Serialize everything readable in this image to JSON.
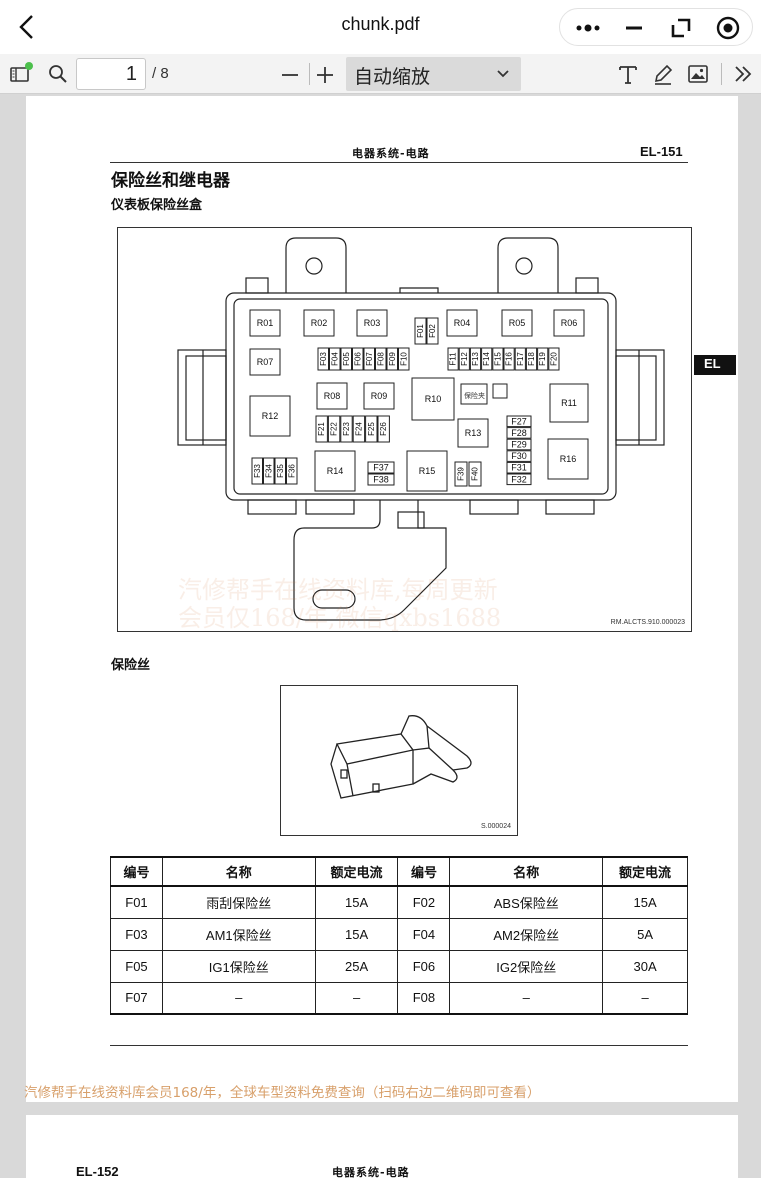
{
  "window": {
    "title": "chunk.pdf"
  },
  "toolbar": {
    "page_current": "1",
    "page_total": "/ 8",
    "zoom_label": "自动缩放"
  },
  "icons": {
    "back": "chevron-left-icon",
    "more": "more-dots-icon",
    "minimize": "minus-icon",
    "restore": "restore-icon",
    "record": "target-icon",
    "sidebar": "sidebar-toggle-icon",
    "search": "search-icon",
    "zoom_out": "minus-icon",
    "zoom_in": "plus-icon",
    "text": "text-tool-icon",
    "draw": "pen-icon",
    "image": "image-icon",
    "expand": "double-chevron-right-icon"
  },
  "page1": {
    "header_center": "电器系统-电路",
    "header_right": "EL-151",
    "section_title": "保险丝和继电器",
    "subsection_title": "仪表板保险丝盒",
    "side_tab": "EL",
    "diagram_code": "RM.ALCTS.910.000023",
    "watermark_line1": "汽修帮手在线资料库,每周更新",
    "watermark_line2": "会员仅168/年,微信qxbs1688",
    "fuse_title": "保险丝",
    "fuse_code": "S.000024",
    "footer_note": "汽修帮手在线资料库会员168/年，全球车型资料免费查询（扫码右边二维码即可查看）"
  },
  "fuse_box": {
    "relays": [
      "R01",
      "R02",
      "R03",
      "R04",
      "R05",
      "R06",
      "R07",
      "R08",
      "R09",
      "R10",
      "R11",
      "R12",
      "R13",
      "R14",
      "R15",
      "R16"
    ],
    "fuses_group1": [
      "F03",
      "F04",
      "F05",
      "F06",
      "F07",
      "F08",
      "F09",
      "F10"
    ],
    "fuses_group2": [
      "F11",
      "F12",
      "F13",
      "F14",
      "F15",
      "F16",
      "F17",
      "F18",
      "F19",
      "F20"
    ],
    "fuses_group3": [
      "F21",
      "F22",
      "F23",
      "F24",
      "F25",
      "F26"
    ],
    "fuses_group4": [
      "F27",
      "F28",
      "F29",
      "F30",
      "F31",
      "F32"
    ],
    "fuses_group5": [
      "F33",
      "F34",
      "F35",
      "F36"
    ],
    "fuses_top": [
      "F01",
      "F02"
    ],
    "fuses_pair": [
      "F37",
      "F38"
    ],
    "fuses_bottom": [
      "F39",
      "F40"
    ],
    "fuse_puller_label": "保险夹"
  },
  "table": {
    "headers": [
      "编号",
      "名称",
      "额定电流",
      "编号",
      "名称",
      "额定电流"
    ],
    "rows": [
      [
        "F01",
        "雨刮保险丝",
        "15A",
        "F02",
        "ABS保险丝",
        "15A"
      ],
      [
        "F03",
        "AM1保险丝",
        "15A",
        "F04",
        "AM2保险丝",
        "5A"
      ],
      [
        "F05",
        "IG1保险丝",
        "25A",
        "F06",
        "IG2保险丝",
        "30A"
      ],
      [
        "F07",
        "–",
        "–",
        "F08",
        "–",
        "–"
      ]
    ]
  },
  "page2": {
    "header_left": "EL-152",
    "header_center": "电器系统-电路"
  }
}
